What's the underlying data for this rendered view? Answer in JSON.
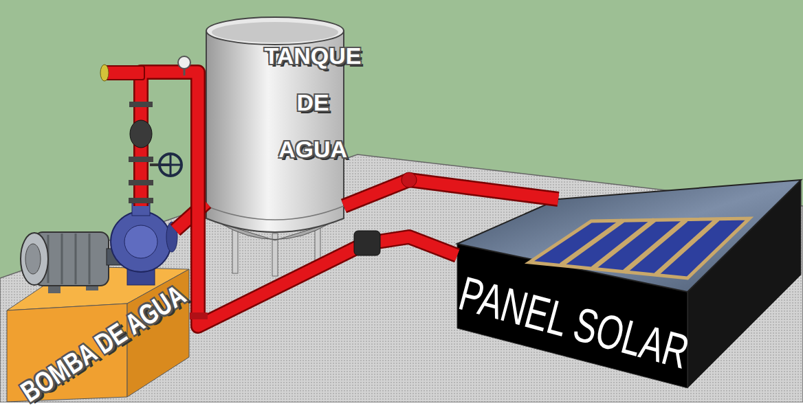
{
  "diagram": {
    "nodes": [
      {
        "text": [
          "BOMBA DE AGUA"
        ]
      },
      {
        "text": [
          "TANQUE DE AGUA"
        ]
      },
      {
        "text": [
          "PANEL SOLAR"
        ]
      }
    ],
    "edges": [
      {
        "from": 1,
        "to": 2,
        "arrow": "none"
      },
      {
        "from": 0,
        "to": 2,
        "arrow": "none"
      },
      {
        "from": 1,
        "to": 0,
        "arrow": "none"
      }
    ]
  }
}
